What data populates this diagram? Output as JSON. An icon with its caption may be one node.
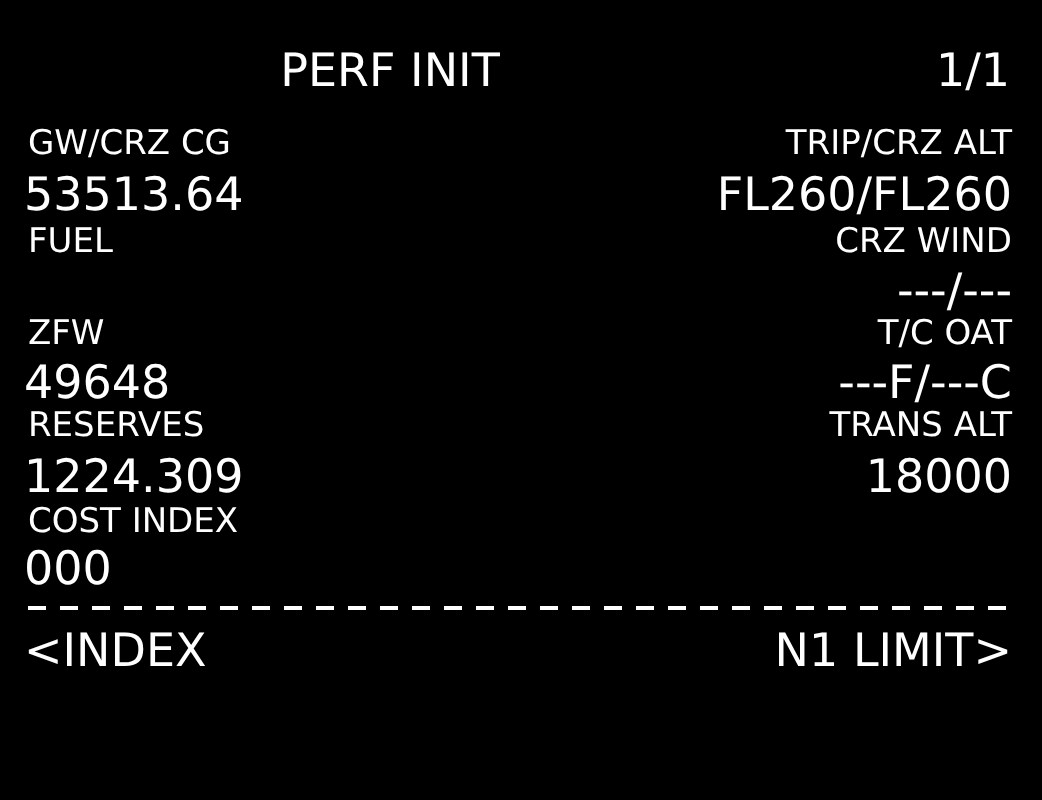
{
  "diagram": {
    "title": "PERF INIT",
    "labels": [
      "1/1",
      "GW/CRZ CG",
      "TRIP/CRZ ALT",
      "53513.64",
      "FL260/FL260",
      "FUEL",
      "CRZ WIND",
      "---/---",
      "ZFW",
      "T/C OAT",
      "49648",
      "---F/---C",
      "RESERVES",
      "TRANS ALT",
      "1224.309",
      "18000",
      "COST INDEX",
      "000",
      "<INDEX",
      "N1 LIMIT>"
    ]
  }
}
